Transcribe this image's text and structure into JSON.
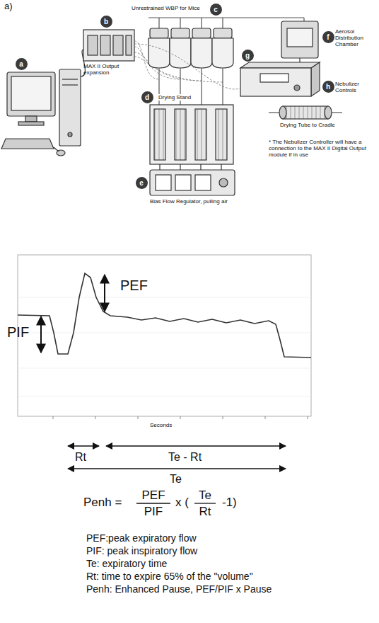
{
  "diagram": {
    "nodes": [
      {
        "text": [
          "a"
        ]
      },
      {
        "text": [
          "b"
        ]
      },
      {
        "text": [
          "c"
        ]
      },
      {
        "text": [
          "d"
        ]
      },
      {
        "text": [
          "e"
        ]
      },
      {
        "text": [
          "f"
        ]
      },
      {
        "text": [
          "g"
        ]
      },
      {
        "text": [
          "h"
        ]
      }
    ],
    "labels": [
      "a)",
      "MAX II Output expansion",
      "Unrestrained WBP for Mice",
      "Aerosol Distribution Chamber",
      "Nebulizer Controls",
      "Drying Stand",
      "Bias Flow Regulator, pulling air",
      "Drying Tube to Cradle",
      "* The Nebulizer Controller will have a connection to the MAX II Digital Output module if in use",
      "PEF",
      "PIF",
      "Seconds",
      "Rt",
      "Te - Rt",
      "Te",
      "Penh =",
      "PEF",
      "PIF",
      "x (",
      "Te",
      "Rt",
      "-1)",
      "PEF:peak expiratory flow",
      "PIF: peak inspiratory flow",
      "Te: expiratory time",
      "Rt: time to expire 65% of the \"volume\"",
      "Penh: Enhanced Pause, PEF/PIF x Pause"
    ]
  }
}
